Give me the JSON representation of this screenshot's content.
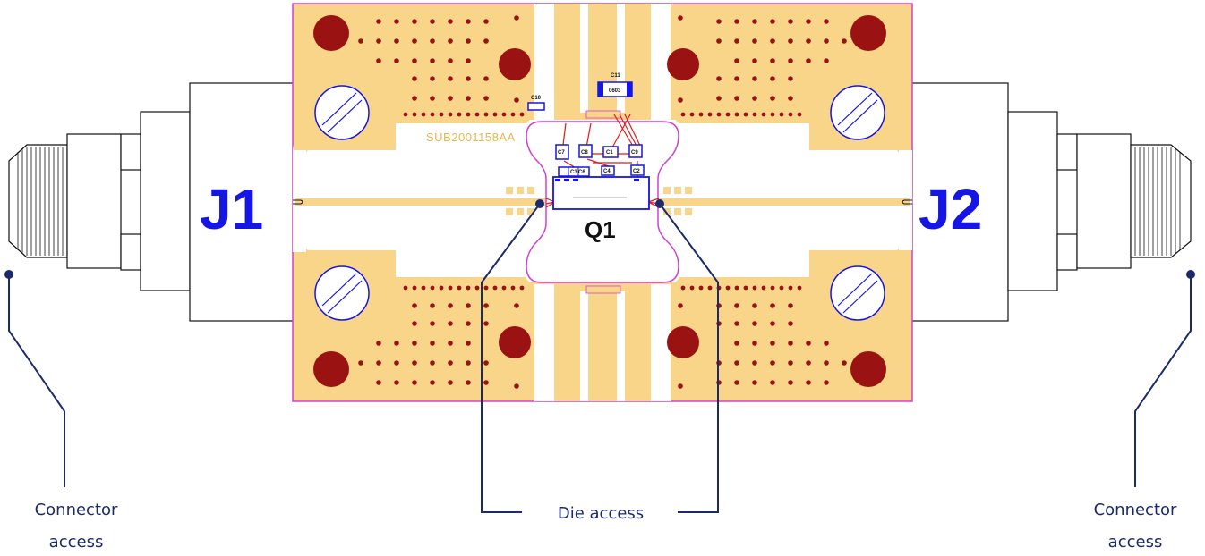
{
  "board": {
    "substrate_id": "SUB2001158AA",
    "port_left": "J1",
    "port_right": "J2",
    "device": "Q1",
    "components": [
      "C7",
      "C8",
      "C1",
      "C9",
      "C10",
      "C11",
      "C3",
      "C4",
      "C6",
      "C2"
    ],
    "c11_marking": "0603"
  },
  "callouts": {
    "connector_left_line1": "Connector",
    "connector_left_line2": "access",
    "die": "Die access",
    "connector_right_line1": "Connector",
    "connector_right_line2": "access"
  },
  "colors": {
    "pad": "#f9d589",
    "via": "#9b1212",
    "outline": "#d040d0",
    "port_label": "#1515e6",
    "callout": "#1b2a6b",
    "trace": "#e11a1a"
  }
}
